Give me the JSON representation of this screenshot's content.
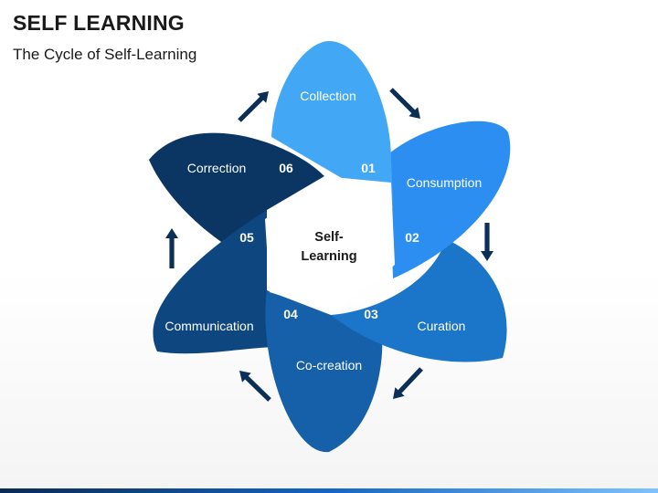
{
  "title": "SELF LEARNING",
  "subtitle": "The Cycle of Self-Learning",
  "center": {
    "line1": "Self-",
    "line2": "Learning"
  },
  "steps": [
    {
      "number": "01",
      "label": "Collection",
      "color": "#42a8f5"
    },
    {
      "number": "02",
      "label": "Consumption",
      "color": "#2b8ef0"
    },
    {
      "number": "03",
      "label": "Curation",
      "color": "#1b76c9"
    },
    {
      "number": "04",
      "label": "Co-creation",
      "color": "#1560a8"
    },
    {
      "number": "05",
      "label": "Communication",
      "color": "#0e4680"
    },
    {
      "number": "06",
      "label": "Correction",
      "color": "#0b3563"
    }
  ],
  "arrow_color": "#0b2f57"
}
